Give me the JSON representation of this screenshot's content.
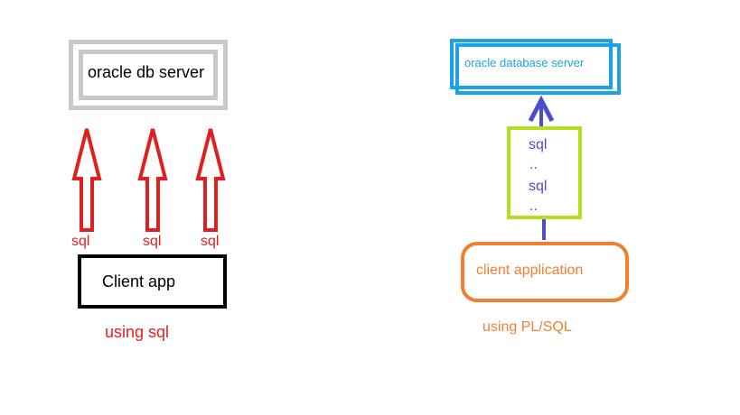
{
  "left_diagram": {
    "server_label": "oracle db server",
    "arrow_labels": [
      "sql",
      "sql",
      "sql"
    ],
    "client_label": "Client app",
    "caption": "using sql"
  },
  "right_diagram": {
    "server_label": "oracle database server",
    "sql_block_lines": [
      "sql",
      "..",
      "sql",
      ".."
    ],
    "client_label": "client application",
    "caption": "using PL/SQL"
  },
  "colors": {
    "gray_box": "#c8c8c8",
    "red": "#e02020",
    "black": "#000000",
    "blue_box": "#1aa3e6",
    "green_box": "#b2df1e",
    "connector_blue": "#4b4ccf",
    "orange": "#f08030"
  }
}
